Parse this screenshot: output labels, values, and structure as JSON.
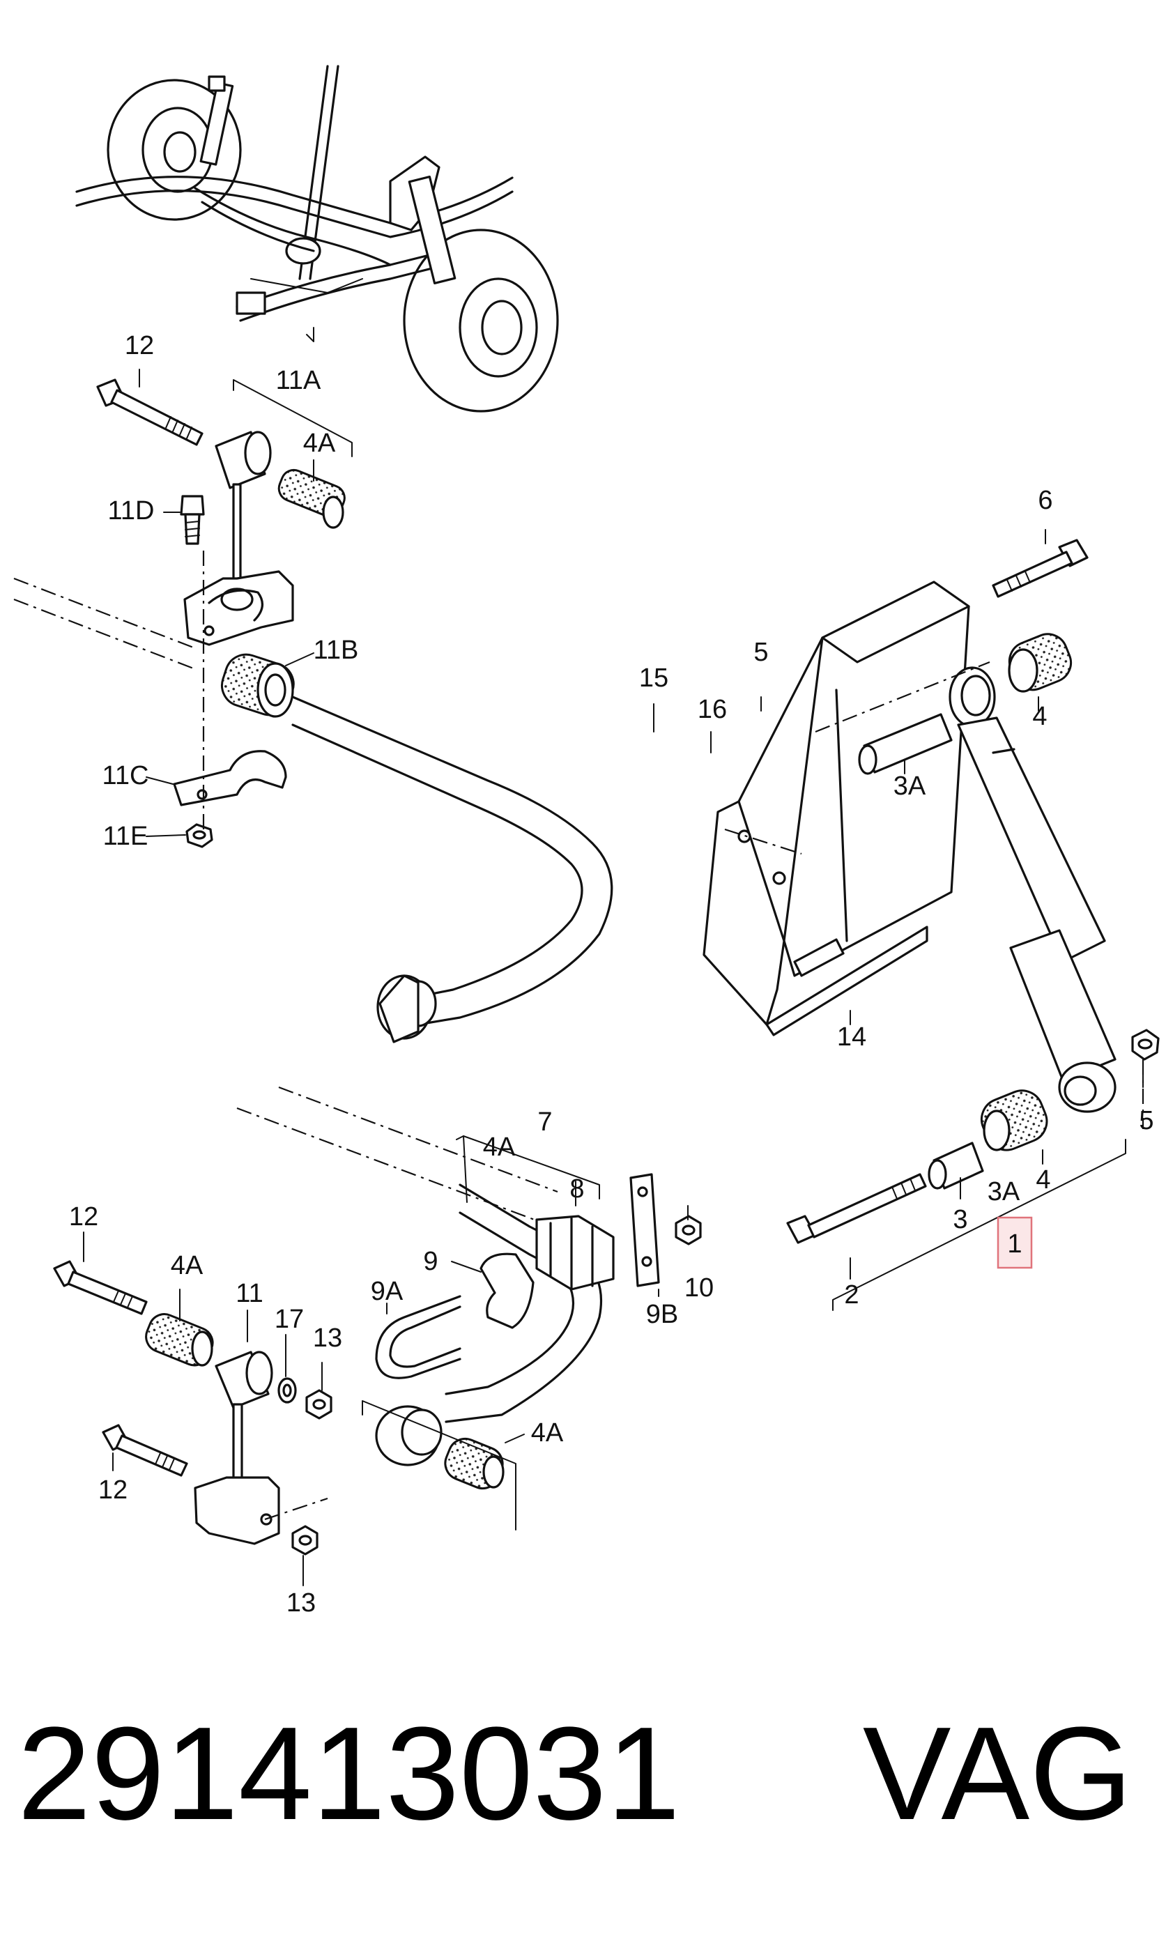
{
  "labels": {
    "l12a": "12",
    "l11a": "11A",
    "l4a_top": "4A",
    "l11d": "11D",
    "l11b": "11B",
    "l11c": "11C",
    "l11e": "11E",
    "l6": "6",
    "l5_top": "5",
    "l4_top": "4",
    "l15": "15",
    "l16": "16",
    "l3a_top": "3A",
    "l14": "14",
    "l5_right": "5",
    "l7": "7",
    "l4a_mid": "4A",
    "l8": "8",
    "l9": "9",
    "l9a": "9A",
    "l9b": "9B",
    "l10": "10",
    "l12b": "12",
    "l4a_left": "4A",
    "l11": "11",
    "l17": "17",
    "l13a": "13",
    "l4a_bot": "4A",
    "l12c": "12",
    "l13b": "13",
    "l3a_bot": "3A",
    "l3": "3",
    "l4_bot": "4",
    "l2": "2",
    "l1": "1"
  },
  "footer": {
    "part_number": "291413031",
    "brand": "VAG"
  },
  "colors": {
    "line": "#111111",
    "highlight_border": "#e0737b",
    "highlight_fill": "#fbe7e8"
  }
}
